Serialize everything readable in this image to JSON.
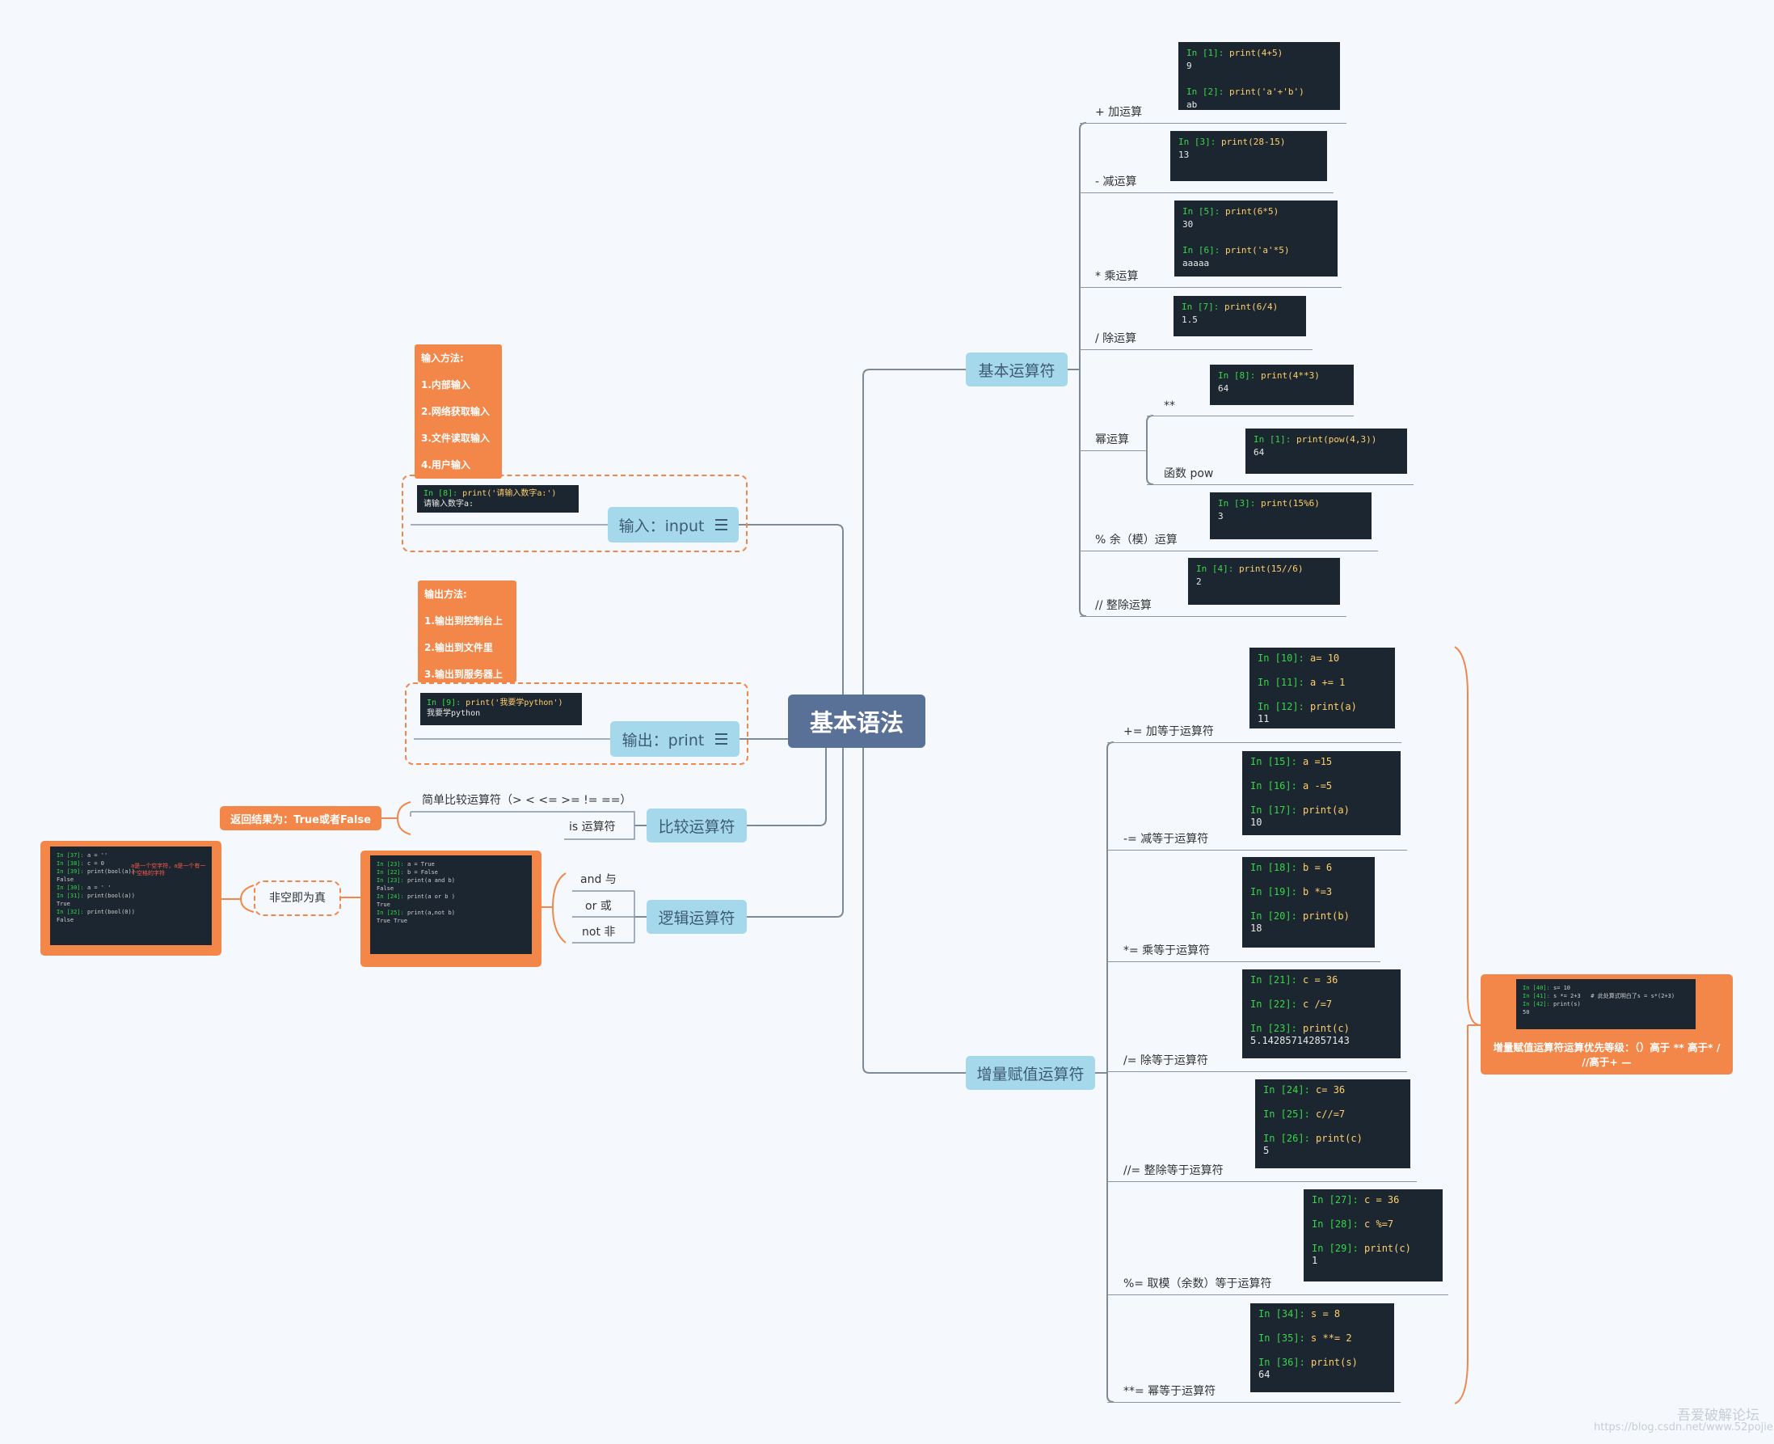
{
  "root": "基本语法",
  "branches": {
    "basic_ops": "基本运算符",
    "aug_assign": "增量赋值运算符",
    "input": "输入：input",
    "output": "输出：print",
    "compare": "比较运算符",
    "logic": "逻辑运算符"
  },
  "basic_ops": [
    {
      "label": "+ 加运算",
      "code": [
        [
          "In [1]: ",
          "print(4+5)"
        ],
        [
          "",
          "9"
        ],
        [
          "",
          ""
        ],
        [
          "In [2]: ",
          "print('a'+'b')"
        ],
        [
          "",
          "ab"
        ]
      ]
    },
    {
      "label": "- 减运算",
      "code": [
        [
          "In [3]: ",
          "print(28-15)"
        ],
        [
          "",
          "13"
        ]
      ]
    },
    {
      "label": "* 乘运算",
      "code": [
        [
          "In [5]: ",
          "print(6*5)"
        ],
        [
          "",
          "30"
        ],
        [
          "",
          ""
        ],
        [
          "In [6]: ",
          "print('a'*5)"
        ],
        [
          "",
          "aaaaa"
        ]
      ]
    },
    {
      "label": "/ 除运算",
      "code": [
        [
          "In [7]: ",
          "print(6/4)"
        ],
        [
          "",
          "1.5"
        ]
      ]
    },
    {
      "label": "幂运算",
      "sub": [
        {
          "label": "**",
          "code": [
            [
              "In [8]: ",
              "print(4**3)"
            ],
            [
              "",
              "64"
            ]
          ]
        },
        {
          "label": "函数 pow",
          "code": [
            [
              "In [1]: ",
              "print(pow(4,3))"
            ],
            [
              "",
              "64"
            ]
          ]
        }
      ]
    },
    {
      "label": "% 余（模）运算",
      "code": [
        [
          "In [3]: ",
          "print(15%6)"
        ],
        [
          "",
          "3"
        ]
      ]
    },
    {
      "label": "// 整除运算",
      "code": [
        [
          "In [4]: ",
          "print(15//6)"
        ],
        [
          "",
          "2"
        ]
      ]
    }
  ],
  "aug_ops": [
    {
      "label": "+=  加等于运算符",
      "code": [
        [
          "In [10]: ",
          "a= 10"
        ],
        [
          "",
          ""
        ],
        [
          "In [11]: ",
          "a += 1"
        ],
        [
          "",
          ""
        ],
        [
          "In [12]: ",
          "print(a)"
        ],
        [
          "",
          "11"
        ]
      ]
    },
    {
      "label": "-=  减等于运算符",
      "code": [
        [
          "In [15]: ",
          "a =15"
        ],
        [
          "",
          ""
        ],
        [
          "In [16]: ",
          "a -=5"
        ],
        [
          "",
          ""
        ],
        [
          "In [17]: ",
          "print(a)"
        ],
        [
          "",
          "10"
        ]
      ]
    },
    {
      "label": "*=  乘等于运算符",
      "code": [
        [
          "In [18]: ",
          "b = 6"
        ],
        [
          "",
          ""
        ],
        [
          "In [19]: ",
          "b *=3"
        ],
        [
          "",
          ""
        ],
        [
          "In [20]: ",
          "print(b)"
        ],
        [
          "",
          "18"
        ]
      ]
    },
    {
      "label": "/= 除等于运算符",
      "code": [
        [
          "In [21]: ",
          "c = 36"
        ],
        [
          "",
          ""
        ],
        [
          "In [22]: ",
          "c /=7"
        ],
        [
          "",
          ""
        ],
        [
          "In [23]: ",
          "print(c)"
        ],
        [
          "",
          "5.142857142857143"
        ]
      ]
    },
    {
      "label": "//= 整除等于运算符",
      "code": [
        [
          "In [24]: ",
          "c= 36"
        ],
        [
          "",
          ""
        ],
        [
          "In [25]: ",
          "c//=7"
        ],
        [
          "",
          ""
        ],
        [
          "In [26]: ",
          "print(c)"
        ],
        [
          "",
          "5"
        ]
      ]
    },
    {
      "label": "%=  取模（余数）等于运算符",
      "code": [
        [
          "In [27]: ",
          "c = 36"
        ],
        [
          "",
          ""
        ],
        [
          "In [28]: ",
          "c %=7"
        ],
        [
          "",
          ""
        ],
        [
          "In [29]: ",
          "print(c)"
        ],
        [
          "",
          "1"
        ]
      ]
    },
    {
      "label": "**=  幂等于运算符",
      "code": [
        [
          "In [34]: ",
          "s = 8"
        ],
        [
          "",
          ""
        ],
        [
          "In [35]: ",
          "s **= 2"
        ],
        [
          "",
          ""
        ],
        [
          "In [36]: ",
          "print(s)"
        ],
        [
          "",
          "64"
        ]
      ]
    }
  ],
  "priority": {
    "code": [
      [
        "In [40]: ",
        "s= 10"
      ],
      [
        "In [41]: ",
        "s *= 2+3   # 此处算式明白了s = s*(2+3)"
      ],
      [
        "In [42]: ",
        "print(s)"
      ],
      [
        "",
        "50"
      ]
    ],
    "text": "增量赋值运算符运算优先等级：（）高于 ** 高于* / //高于+ —"
  },
  "input": {
    "methods": [
      "输入方法:",
      "1.内部输入",
      "2.网络获取输入",
      "3.文件读取输入",
      "4.用户输入"
    ],
    "code": [
      [
        "In [8]: ",
        "print('请输入数字a:')"
      ],
      [
        "",
        "请输入数字a:"
      ]
    ]
  },
  "output": {
    "methods": [
      "输出方法:",
      "1.输出到控制台上",
      "2.输出到文件里",
      "3.输出到服务器上"
    ],
    "code": [
      [
        "In [9]: ",
        "print('我要学python')"
      ],
      [
        "",
        "我要学python"
      ]
    ]
  },
  "compare": {
    "items": [
      "简单比较运算符（>  <  <=  >=  !=  ==）",
      "is  运算符"
    ],
    "result": "返回结果为：True或者False"
  },
  "logic": {
    "items": [
      "and  与",
      "or  或",
      "not  非"
    ],
    "code": [
      [
        "In [23]: ",
        "a = True"
      ],
      [
        "In [22]: ",
        "b = False"
      ],
      [
        "In [23]: ",
        "print(a and b)"
      ],
      [
        "",
        "False"
      ],
      [
        "In [24]: ",
        "print(a or b )"
      ],
      [
        "",
        "True"
      ],
      [
        "In [25]: ",
        "print(a,not b)"
      ],
      [
        "",
        "True True"
      ]
    ],
    "truthy": "非空即为真",
    "truthy_code": [
      [
        "In [37]: ",
        "a = ''"
      ],
      [
        "In [38]: ",
        "c = 0"
      ],
      [
        "In [39]: ",
        "print(bool(a))"
      ],
      [
        "",
        "False"
      ],
      [
        "In [30]: ",
        "a = ' '"
      ],
      [
        "In [31]: ",
        "print(bool(a))"
      ],
      [
        "",
        "True"
      ],
      [
        "In [32]: ",
        "print(bool(0))"
      ],
      [
        "",
        "False"
      ]
    ],
    "truthy_note": "a是一个空字符，a是一个有一个空格的字符"
  },
  "watermark": [
    "吾爱破解论坛",
    "https://blog.csdn.net/www.52pojie.cn"
  ],
  "colors": {
    "root": "#5a7197",
    "topic": "#a6d8ec",
    "note": "#f3874a",
    "code_bg": "#1c2630",
    "prompt": "#37d647"
  }
}
